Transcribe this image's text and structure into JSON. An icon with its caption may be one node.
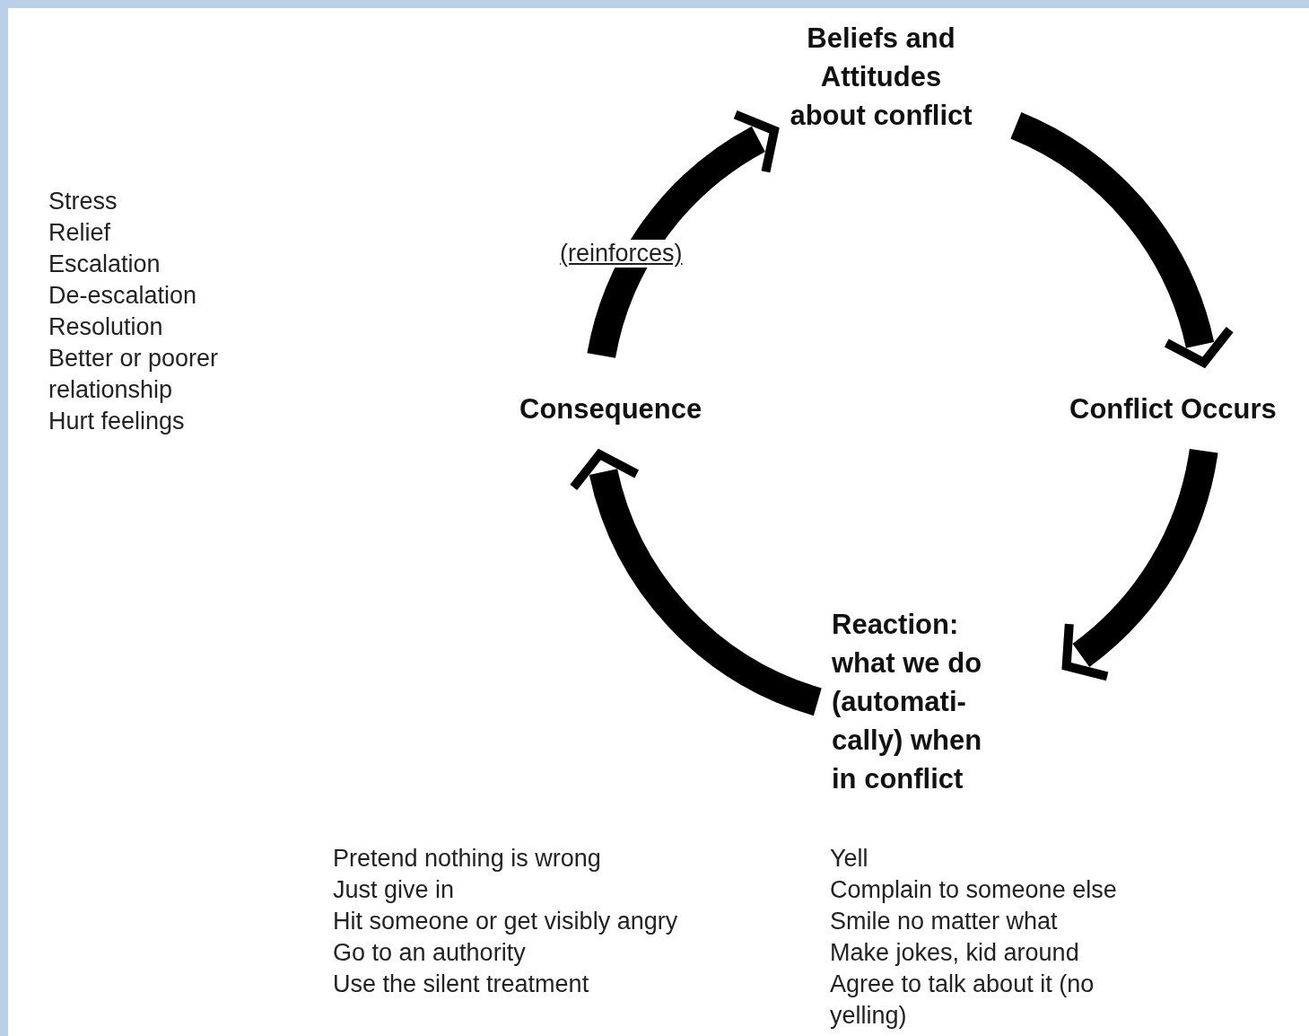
{
  "diagram": {
    "nodes": [
      {
        "text": [
          "Beliefs and Attitudes about conflict"
        ]
      },
      {
        "text": [
          "Conflict Occurs"
        ]
      },
      {
        "text": [
          "Reaction: what we do (automati- cally) when in conflict"
        ]
      },
      {
        "text": [
          "Consequence"
        ]
      }
    ],
    "edges": [
      {
        "from": 0,
        "to": 1,
        "arrow": "to"
      },
      {
        "from": 1,
        "to": 2,
        "arrow": "to"
      },
      {
        "from": 2,
        "to": 3,
        "arrow": "to"
      },
      {
        "from": 3,
        "to": 0,
        "arrow": "to",
        "label": "(reinforces)"
      }
    ],
    "labels": [
      "Stress",
      "Relief",
      "Escalation",
      "De-escalation",
      "Resolution",
      "Better or poorer relationship",
      "Hurt feelings",
      "Pretend nothing is wrong",
      "Just give in",
      "Hit someone or get visibly angry",
      "Go to an authority",
      "Use the silent treatment",
      "Yell",
      "Complain to someone else",
      "Smile no matter what",
      "Make jokes, kid around",
      "Agree to talk about it (no yelling)"
    ]
  }
}
